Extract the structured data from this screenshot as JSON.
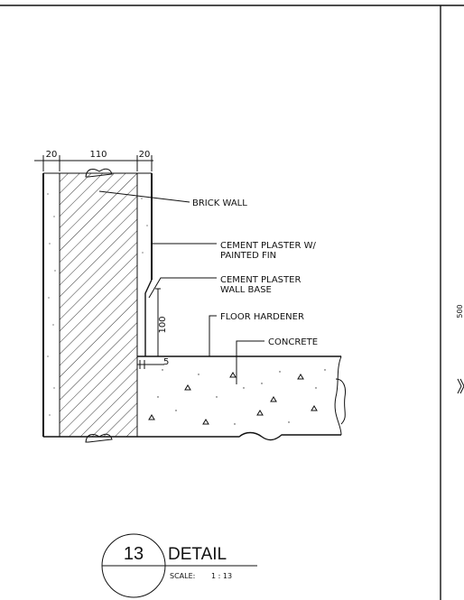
{
  "dimensions": {
    "left_plaster": "20",
    "brick": "110",
    "right_plaster": "20",
    "base_height": "100",
    "base_thickness": "5"
  },
  "labels": {
    "brick_wall": "BRICK WALL",
    "cement_plaster_line1": "CEMENT PLASTER W/",
    "cement_plaster_line2": "PAINTED FIN",
    "wall_base_line1": "CEMENT PLASTER",
    "wall_base_line2": "WALL BASE",
    "floor_hardener": "FLOOR HARDENER",
    "concrete": "CONCRETE"
  },
  "side_sheet": {
    "dimension": "500"
  },
  "title_block": {
    "number": "13",
    "title": "DETAIL",
    "scale_label": "SCALE:",
    "scale_value": "1 : 13"
  }
}
